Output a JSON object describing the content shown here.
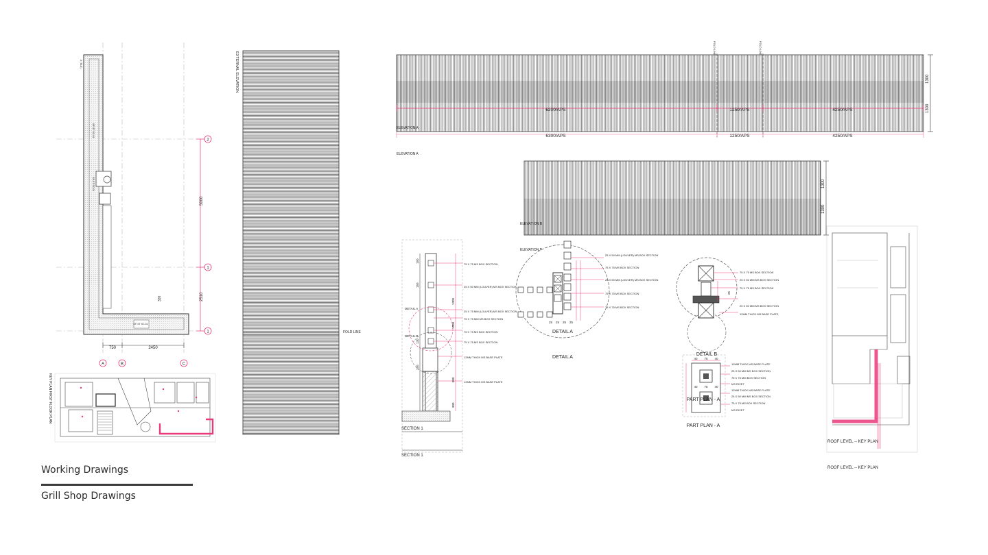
{
  "colors": {
    "accent": "#e83a7a",
    "line": "#2a2a2a",
    "hatch": "#555555",
    "paper": "#ffffff"
  },
  "captions": {
    "working": "Working Drawings",
    "grill": "Grill Shop Drawings"
  },
  "plan": {
    "grid_numbers": [
      "2",
      "1",
      "1"
    ],
    "grid_letters": [
      "A",
      "B",
      "C"
    ],
    "dims": {
      "d750": "750",
      "d2450": "2450",
      "d5000": "5000",
      "d2510": "2510",
      "d320": "320"
    },
    "small_labels": [
      "3 (TILE)",
      "GF-ST\nSC-01",
      "GF-ST\nSC-01",
      "GF-ST\nSC-01"
    ]
  },
  "key_plan_first": {
    "label": "KEY PLAN FIRST FLOOR PLAN"
  },
  "external_elevation": {
    "label": "EXTERNAL ELEVATION",
    "fold": "FOLD\nLINE"
  },
  "elevation_a": {
    "label": "ELEVATION A",
    "dims": [
      "6300/APS",
      "1250/APS",
      "4250/APS"
    ],
    "height": "1300",
    "fold": "FOLD\nLINE"
  },
  "elevation_b": {
    "label": "ELEVATION B",
    "height": "1300"
  },
  "section": {
    "label": "SECTION 1",
    "dims": [
      "150",
      "150",
      "1300",
      "130",
      "150",
      "800",
      "900",
      "1300",
      "150"
    ],
    "notes": [
      "75 X 75 MS BOX SECTION",
      "25 X 50 MM (LOUVER) MS BOX SECTION",
      "25 X 75 MM (LOUVER) MS BOX SECTION",
      "75 X 75 MM MS BOX SECTION",
      "75 X 75 MS BOX SECTION",
      "12MM THICK MS BASE PLATE",
      "12MM THICK MS BASE PLATE"
    ],
    "detail_tags": [
      "DETAIL A",
      "DETAIL B"
    ]
  },
  "detail_a": {
    "label": "DETAIL A",
    "notes": [
      "25 X 50 MM (LOUVER) MS BOX SECTION",
      "75 X 75 MS BOX SECTION",
      "25 X 50 MM (LOUVER) MS BOX SECTION",
      "75 X 75 MS BOX SECTION",
      "75 X 75 MS BOX SECTION"
    ],
    "dims": [
      "25",
      "25",
      "25",
      "25"
    ]
  },
  "detail_b": {
    "label": "DETAIL B",
    "notes": [
      "75 X 75 MS BOX SECTION",
      "25 X 50 MM MS BOX SECTION",
      "75 X 75 MS BOX SECTION",
      "25 X 50 MM MS BOX SECTION",
      "12MM THICK MS BASE PLATE"
    ],
    "dims": [
      "25"
    ]
  },
  "part_plan": {
    "label": "PART PLAN - A",
    "dims": [
      "40",
      "75",
      "40"
    ],
    "notes": [
      "12MM THICK MS BASE PLATE",
      "25 X 50 MM MS BOX SECTION",
      "75 X 75 MM BOX SECTION",
      "MS RIVET",
      "12MM THICK MS BASE PLATE",
      "25 X 50 MM MS BOX SECTION",
      "75 X 75 MS BOX SECTION",
      "MS RIVET"
    ]
  },
  "roof_key_plan": {
    "label": "ROOF LEVEL -- KEY PLAN"
  }
}
